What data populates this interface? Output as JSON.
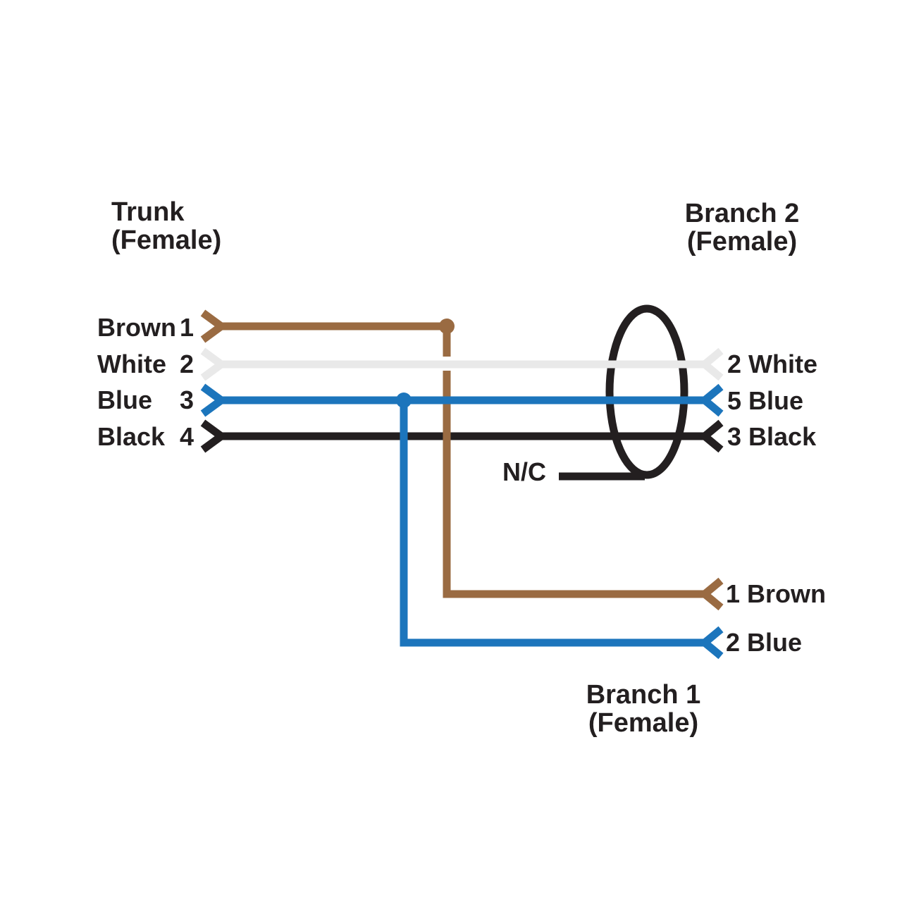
{
  "colors": {
    "brown": "#9A6B42",
    "white_wire": "#E9E9E9",
    "blue": "#1C75BC",
    "black": "#231F20"
  },
  "trunk": {
    "title": "Trunk",
    "subtitle": "(Female)",
    "pins": [
      {
        "color": "Brown",
        "number": "1"
      },
      {
        "color": "White",
        "number": "2"
      },
      {
        "color": "Blue",
        "number": "3"
      },
      {
        "color": "Black",
        "number": "4"
      }
    ]
  },
  "branch2": {
    "title": "Branch 2",
    "subtitle": "(Female)",
    "pins": [
      {
        "label": "2 White"
      },
      {
        "label": "5 Blue"
      },
      {
        "label": "3 Black"
      }
    ]
  },
  "branch1": {
    "title": "Branch 1",
    "subtitle": "(Female)",
    "pins": [
      {
        "label": "1 Brown"
      },
      {
        "label": "2 Blue"
      }
    ]
  },
  "no_connect": {
    "label": "N/C"
  }
}
